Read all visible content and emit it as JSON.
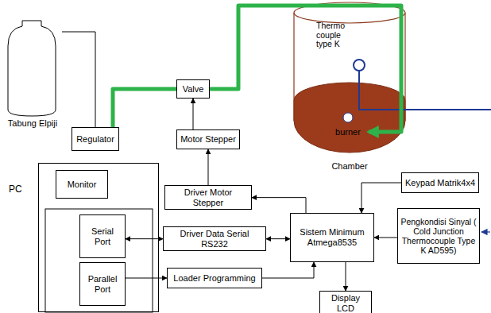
{
  "diagram": {
    "nodes": [
      {
        "text": [
          "Tabung Elpiji"
        ]
      },
      {
        "text": [
          "Regulator"
        ]
      },
      {
        "text": [
          "Valve"
        ]
      },
      {
        "text": [
          "Motor Stepper"
        ]
      },
      {
        "text": [
          "Chamber"
        ]
      },
      {
        "text": [
          "burner"
        ],
        "in": 4
      },
      {
        "text": [
          "PC"
        ]
      },
      {
        "text": [
          "Monitor"
        ],
        "in": 6
      },
      {
        "text": [
          "Serial Port"
        ],
        "in": 6
      },
      {
        "text": [
          "Parallel Port"
        ],
        "in": 6
      },
      {
        "text": [
          "Driver Motor Stepper"
        ]
      },
      {
        "text": [
          "Keypad Matrik4x4"
        ]
      },
      {
        "text": [
          "Driver Data Serial RS232"
        ]
      },
      {
        "text": [
          "Sistem Minimum Atmega8535"
        ]
      },
      {
        "text": [
          "Pengkondisi Sinyal ( Cold Junction Thermocouple Type K AD595)"
        ]
      },
      {
        "text": [
          "Loader Programming"
        ]
      },
      {
        "text": [
          "Display LCD"
        ]
      }
    ],
    "edges": [
      {
        "from": 0,
        "to": 1,
        "arrow": "none"
      },
      {
        "from": 1,
        "to": 2,
        "arrow": "none"
      },
      {
        "from": 2,
        "to": 5,
        "arrow": "to"
      },
      {
        "from": 3,
        "to": 2,
        "arrow": "to"
      },
      {
        "from": 10,
        "to": 3,
        "arrow": "to"
      },
      {
        "from": 13,
        "to": 10,
        "arrow": "to"
      },
      {
        "from": 11,
        "to": 13,
        "arrow": "to"
      },
      {
        "from": 14,
        "to": 13,
        "arrow": "to"
      },
      {
        "from": 13,
        "to": 12,
        "arrow": "both"
      },
      {
        "from": 12,
        "to": 8,
        "arrow": "both"
      },
      {
        "from": 9,
        "to": 15,
        "arrow": "to"
      },
      {
        "from": 15,
        "to": 13,
        "arrow": "to"
      },
      {
        "from": 13,
        "to": 16,
        "arrow": "to"
      }
    ],
    "labels": [
      "Thermo couple type K"
    ]
  }
}
